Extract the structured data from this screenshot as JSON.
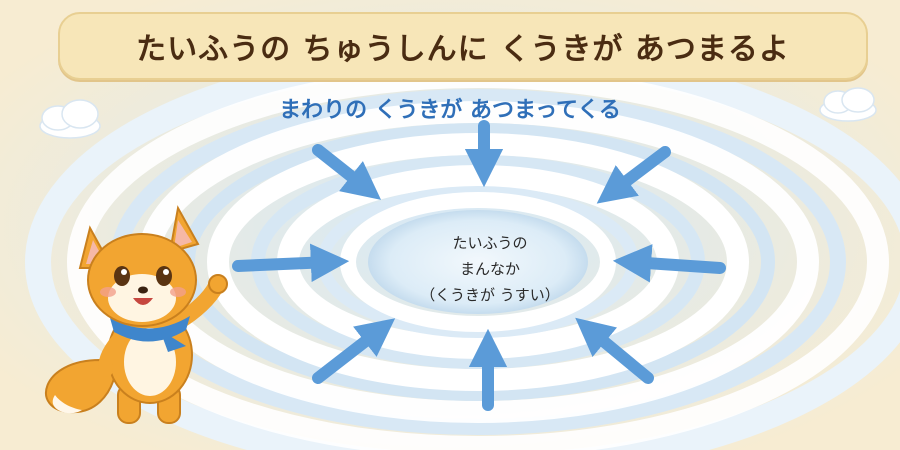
{
  "title": "たいふうの ちゅうしんに くうきが あつまるよ",
  "subtitle": "まわりの くうきが あつまってくる",
  "eye_label": {
    "line1": "たいふうの",
    "line2": "まんなか",
    "line3": "（くうきが うすい）"
  },
  "colors": {
    "background": "#f7ecd2",
    "sky": "#cfe3f2",
    "cloud": "#ffffff",
    "arrow": "#5b9bd8",
    "title_text": "#4a2c12",
    "subtitle_text": "#2f6fb8",
    "fox_orange": "#f2a531",
    "scarf": "#3f86cc"
  },
  "icons": [
    "fox-mascot",
    "inflow-arrow",
    "cloud"
  ]
}
